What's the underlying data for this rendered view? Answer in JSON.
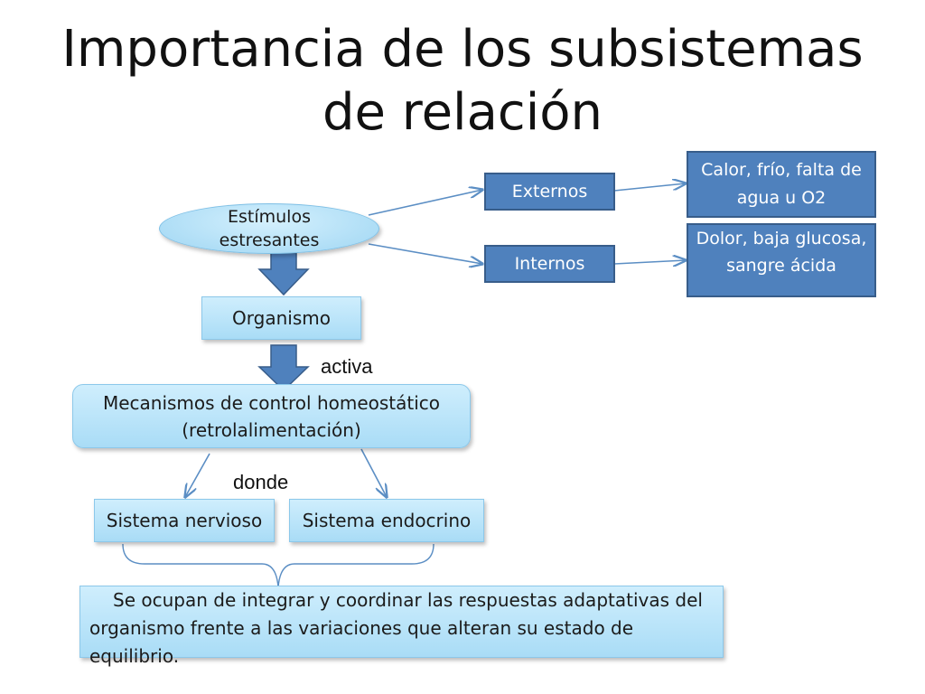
{
  "slide": {
    "title": "Importancia de los subsistemas de relación"
  },
  "diagram": {
    "stimuli": "Estímulos estresantes",
    "external": "Externos",
    "internal": "Internos",
    "external_examples": "Calor, frío, falta de agua u O2",
    "internal_examples": "Dolor, baja glucosa, sangre ácida",
    "organism": "Organismo",
    "activates_label": "activa",
    "mechanisms": "Mecanismos de control homeostático (retrolalimentación)",
    "where_label": "donde",
    "nervous_system": "Sistema nervioso",
    "endocrine_system": "Sistema endocrino",
    "summary": "Se ocupan de integrar y coordinar las respuestas adaptativas del organismo frente a las variaciones que alteran su estado de equilibrio."
  },
  "colors": {
    "dark_box": "#4f81bd",
    "light_box": "#b9e3f8",
    "arrow": "#4f81bd"
  }
}
